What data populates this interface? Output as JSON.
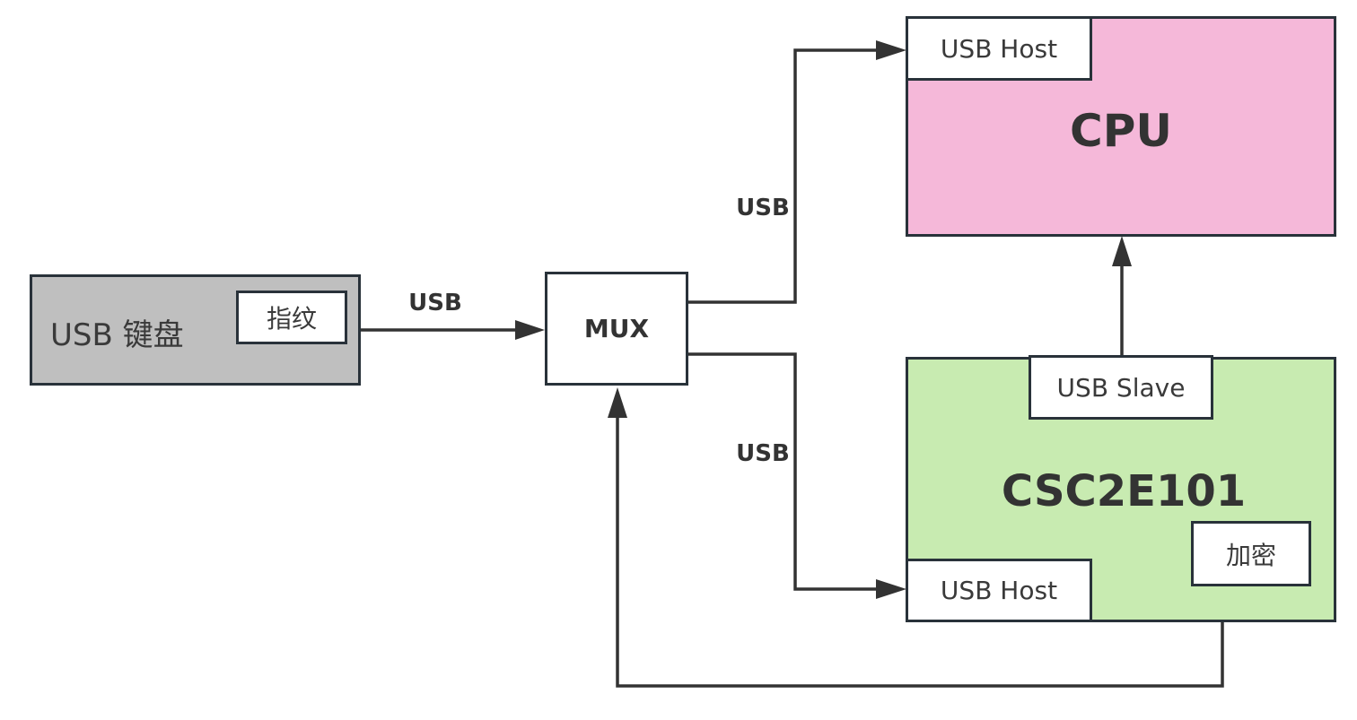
{
  "colors": {
    "stroke": "#29323a",
    "keyboard_fill": "#bfbfbf",
    "cpu_fill": "#f5b8d9",
    "csc_fill": "#c8ebb1",
    "white": "#ffffff",
    "text": "#333333"
  },
  "nodes": {
    "keyboard": {
      "label": "USB 键盘",
      "sub": {
        "fingerprint": "指纹"
      }
    },
    "mux": {
      "label": "MUX"
    },
    "cpu": {
      "label": "CPU",
      "sub": {
        "usb_host": "USB Host"
      }
    },
    "csc": {
      "label": "CSC2E101",
      "sub": {
        "usb_slave": "USB Slave",
        "usb_host": "USB Host",
        "encrypt": "加密"
      }
    }
  },
  "edges": [
    {
      "from": "keyboard",
      "to": "mux",
      "label": "USB"
    },
    {
      "from": "mux",
      "to": "cpu.usb_host",
      "label": "USB"
    },
    {
      "from": "mux",
      "to": "csc.usb_host",
      "label": "USB"
    },
    {
      "from": "csc.usb_slave",
      "to": "cpu",
      "label": ""
    },
    {
      "from": "csc",
      "to": "mux",
      "label": ""
    }
  ],
  "edge_labels": {
    "kb_mux": "USB",
    "mux_cpu": "USB",
    "mux_csc": "USB"
  }
}
